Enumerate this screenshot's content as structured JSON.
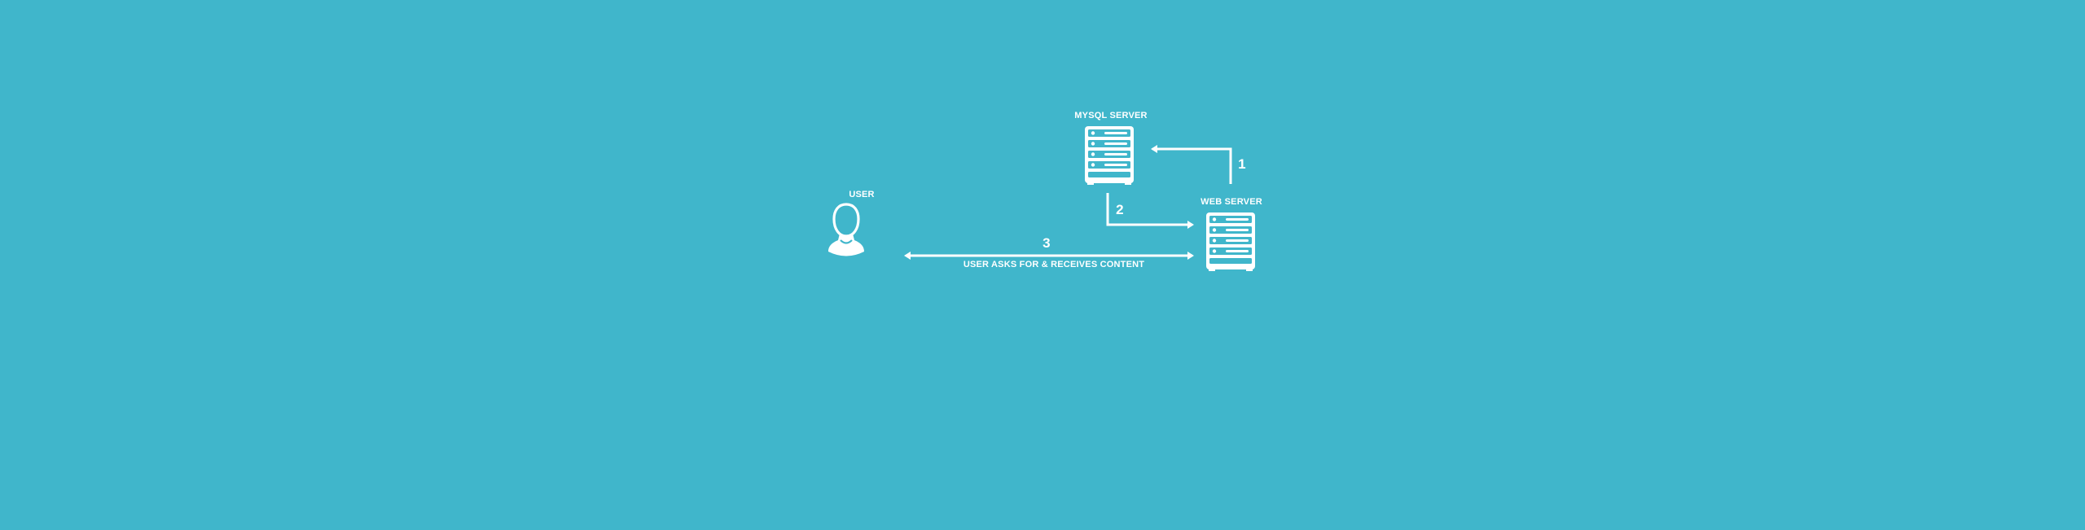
{
  "nodes": {
    "user": {
      "label": "USER",
      "icon": "user-icon"
    },
    "mysql": {
      "label": "MYSQL SERVER",
      "icon": "server-icon"
    },
    "web": {
      "label": "WEB SERVER",
      "icon": "server-icon"
    }
  },
  "steps": {
    "one": "1",
    "two": "2",
    "three": "3"
  },
  "edges": {
    "user_web_caption": "USER ASKS FOR & RECEIVES CONTENT"
  },
  "colors": {
    "background": "#40b6cb",
    "foreground": "#ffffff"
  }
}
